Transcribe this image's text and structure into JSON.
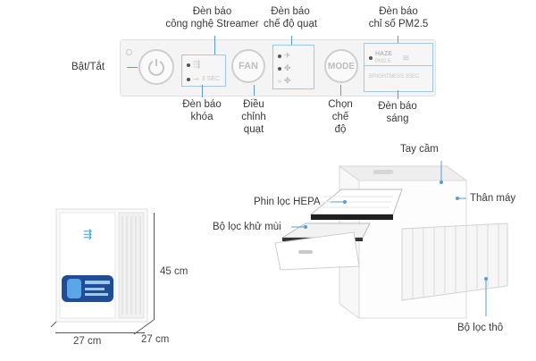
{
  "labels": {
    "streamer_indicator": [
      "Đèn báo",
      "công nghệ Streamer"
    ],
    "fan_mode_indicator": [
      "Đèn báo",
      "chế độ quạt"
    ],
    "pm25_indicator": [
      "Đèn báo",
      "chỉ số PM2.5"
    ],
    "power": "Bật/Tắt",
    "lock_indicator": [
      "Đèn báo",
      "khóa"
    ],
    "fan_adjust": [
      "Điều",
      "chỉnh",
      "quạt"
    ],
    "mode_select": [
      "Chọn",
      "chế",
      "độ"
    ],
    "brightness_indicator": [
      "Đèn báo",
      "sáng"
    ],
    "handle": "Tay cầm",
    "body": "Thân máy",
    "hepa_filter": "Phin lọc HEPA",
    "deodorizing_filter": "Bộ lọc khử mùi",
    "pre_filter": "Bộ lọc thô"
  },
  "panel": {
    "fan_button": "FAN",
    "mode_button": "MODE",
    "lock_text": "3 SEC",
    "haze": "HAZE",
    "pm_text": "PM2.5",
    "brightness_text": "BRIGHTNESS 3SEC"
  },
  "dimensions": {
    "height": "45 cm",
    "width": "27 cm",
    "depth": "27 cm"
  },
  "icons": [
    "power-icon",
    "streamer-icon",
    "lock-icon",
    "fan-icon",
    "haze-icon"
  ]
}
